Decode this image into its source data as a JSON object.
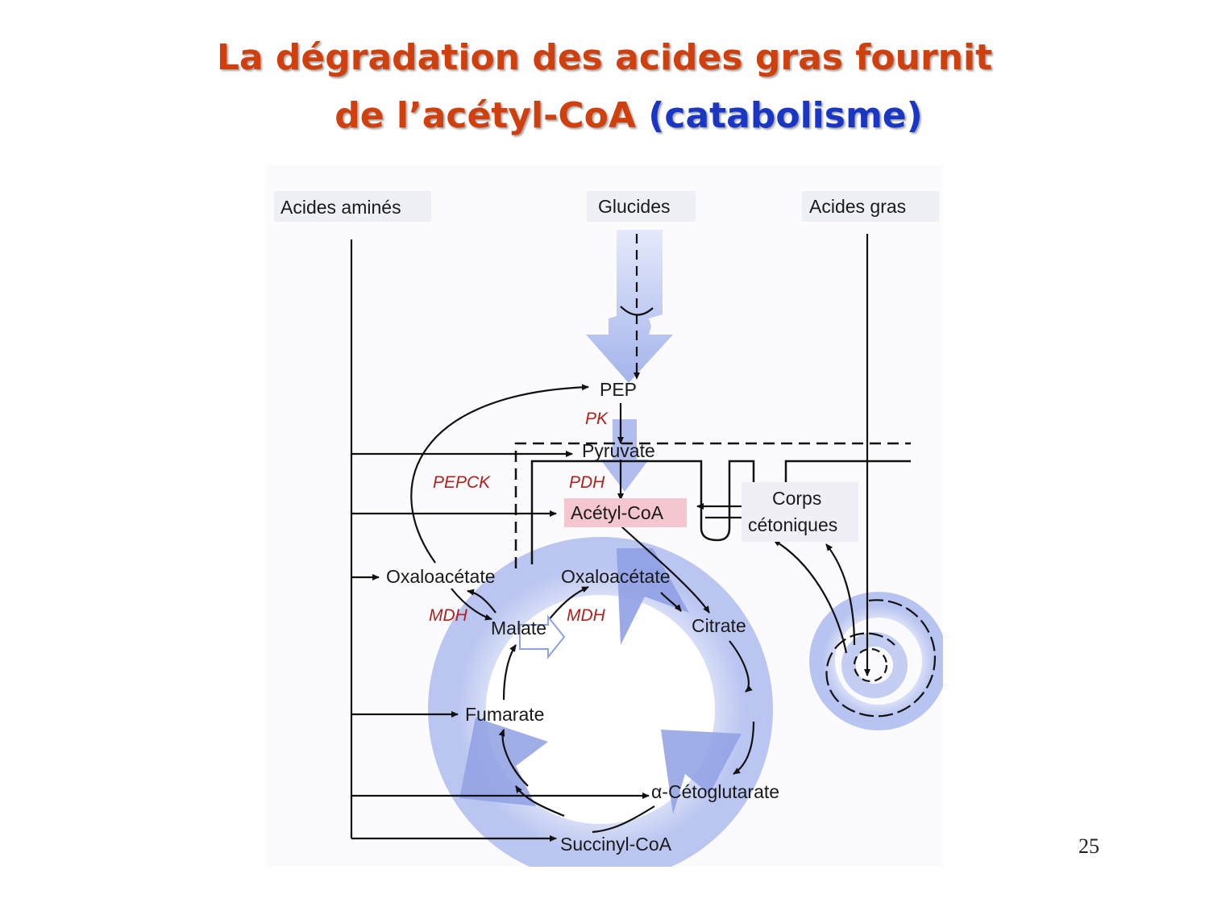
{
  "title": {
    "line1": "La dégradation des acides gras fournit",
    "line2_main": "de l’acétyl-CoA",
    "line2_paren": "(catabolisme)"
  },
  "page_number": "25",
  "diagram": {
    "sources": {
      "amino_acids": "Acides aminés",
      "glucides": "Glucides",
      "fatty_acids": "Acides gras"
    },
    "metabolites": {
      "pep": "PEP",
      "pyruvate": "Pyruvate",
      "acetyl_coa": "Acétyl-CoA",
      "ketone_bodies_1": "Corps",
      "ketone_bodies_2": "cétoniques",
      "oxaloacetate_cyto": "Oxaloacétate",
      "oxaloacetate_mito": "Oxaloacétate",
      "malate": "Malate",
      "citrate": "Citrate",
      "fumarate": "Fumarate",
      "alpha_ketoglutarate": "α-Cétoglutarate",
      "succinyl_coa": "Succinyl-CoA"
    },
    "enzymes": {
      "pk": "PK",
      "pepck": "PEPCK",
      "pdh": "PDH",
      "mdh_cyto": "MDH",
      "mdh_mito": "MDH"
    },
    "colors": {
      "title": "#d0400e",
      "title_accent": "#1a36c4",
      "flow_arrows": "#a9b6ec",
      "enzyme_text": "#b0201c",
      "acetyl_highlight": "#f4c6d0"
    }
  }
}
